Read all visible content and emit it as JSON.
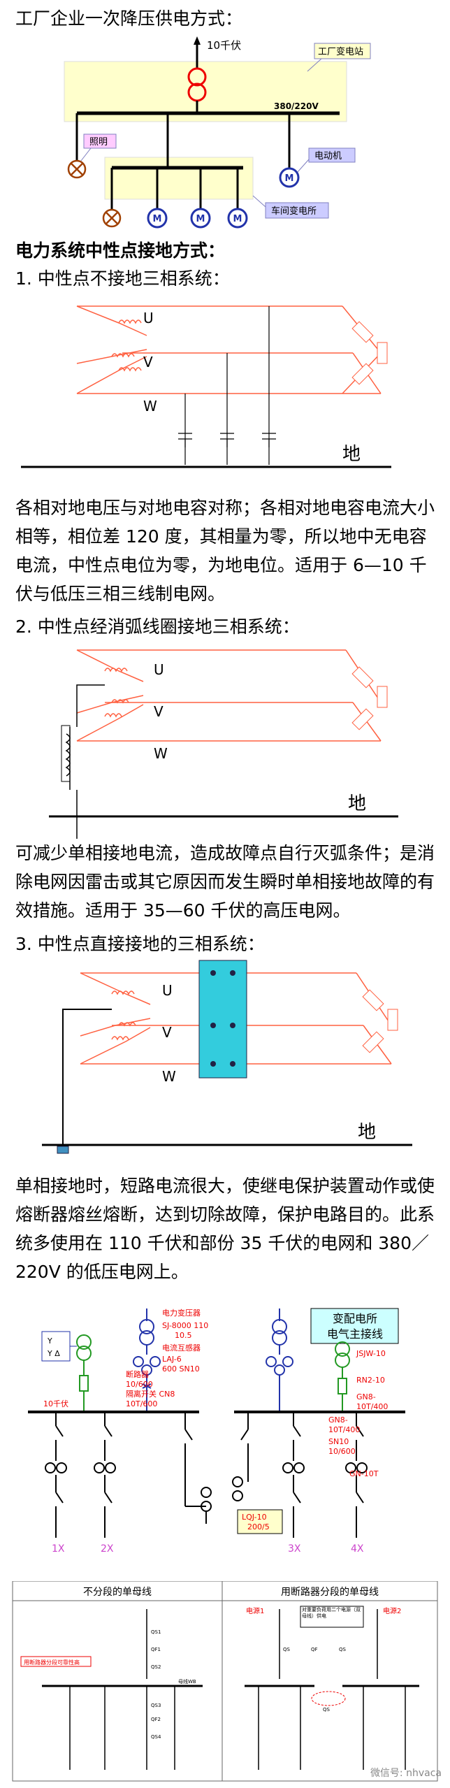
{
  "section1": {
    "title": "工厂企业一次降压供电方式：",
    "labels": {
      "kv10": "10千伏",
      "factory_substation": "工厂变电站",
      "v380": "380/220V",
      "lighting": "照明",
      "motor": "电动机",
      "workshop_substation": "车间变电所",
      "m": "M"
    }
  },
  "section2": {
    "title": "电力系统中性点接地方式：",
    "item1": {
      "title": "1. 中性点不接地三相系统：",
      "desc": "各相对地电压与对地电容对称；各相对地电容电流大小相等，相位差 120 度，其相量为零，所以地中无电容电流，中性点电位为零，为地电位。适用于 6—10 千伏与低压三相三线制电网。"
    },
    "item2": {
      "title": "2. 中性点经消弧线圈接地三相系统：",
      "desc": "可减少单相接地电流，造成故障点自行灭弧条件；是消除电网因雷击或其它原因而发生瞬时单相接地故障的有效措施。适用于 35—60 千伏的高压电网。"
    },
    "item3": {
      "title": "3. 中性点直接接地的三相系统：",
      "desc": "单相接地时，短路电流很大，使继电保护装置动作或使熔断器熔丝熔断，达到切除故障，保护电路目的。此系统多使用在 110 千伏和部份 35 千伏的电网和 380／220V 的低压电网上。"
    },
    "phase": {
      "u": "U",
      "v": "V",
      "w": "W",
      "ground": "地"
    }
  },
  "section3": {
    "title_line1": "变配电所",
    "title_line2": "电气主接线",
    "labels": {
      "transformer": "电力变压器",
      "sj": "SJ-8000  110",
      "sj2": "10.5",
      "ct": "电流互感器",
      "laj": "LAJ-6",
      "sn10a": "600 SN10",
      "breaker": "断路器",
      "breaker_spec": "10/600",
      "isolator": "隔离开关 CN8",
      "isolator_spec": "10T/600",
      "jsjw": "JSJW-10",
      "rn2": "RN2-10",
      "gn8": "GN8-",
      "gn8_spec": "10T/400",
      "kv10": "10千伏",
      "gn8b": "GN8-",
      "gn8b_spec": "10T/400",
      "sn10": "SN10",
      "sn10_spec": "10/600",
      "gn10t": "GN-10T",
      "lqj": "LQJ-10",
      "lqj_spec": "200/5",
      "yd1": "Y",
      "yd2": "Y  Δ",
      "feeders": [
        "1X",
        "2X",
        "3X",
        "4X"
      ]
    }
  },
  "section4": {
    "left_title": "不分段的单母线",
    "right_title": "用断路器分段的单母线",
    "left_note": "用断路器分段可靠性高",
    "left_labels": [
      "QS1",
      "QF1",
      "QS2",
      "母线WB",
      "QS3",
      "QF2",
      "QS4"
    ],
    "source1": "电源1",
    "source2": "电源2",
    "note": "对重要负荷用二个电源（双母线）供电",
    "right_labels": [
      "QS",
      "QF",
      "QS",
      "QS"
    ]
  },
  "watermark": "微信号: nhvaca"
}
